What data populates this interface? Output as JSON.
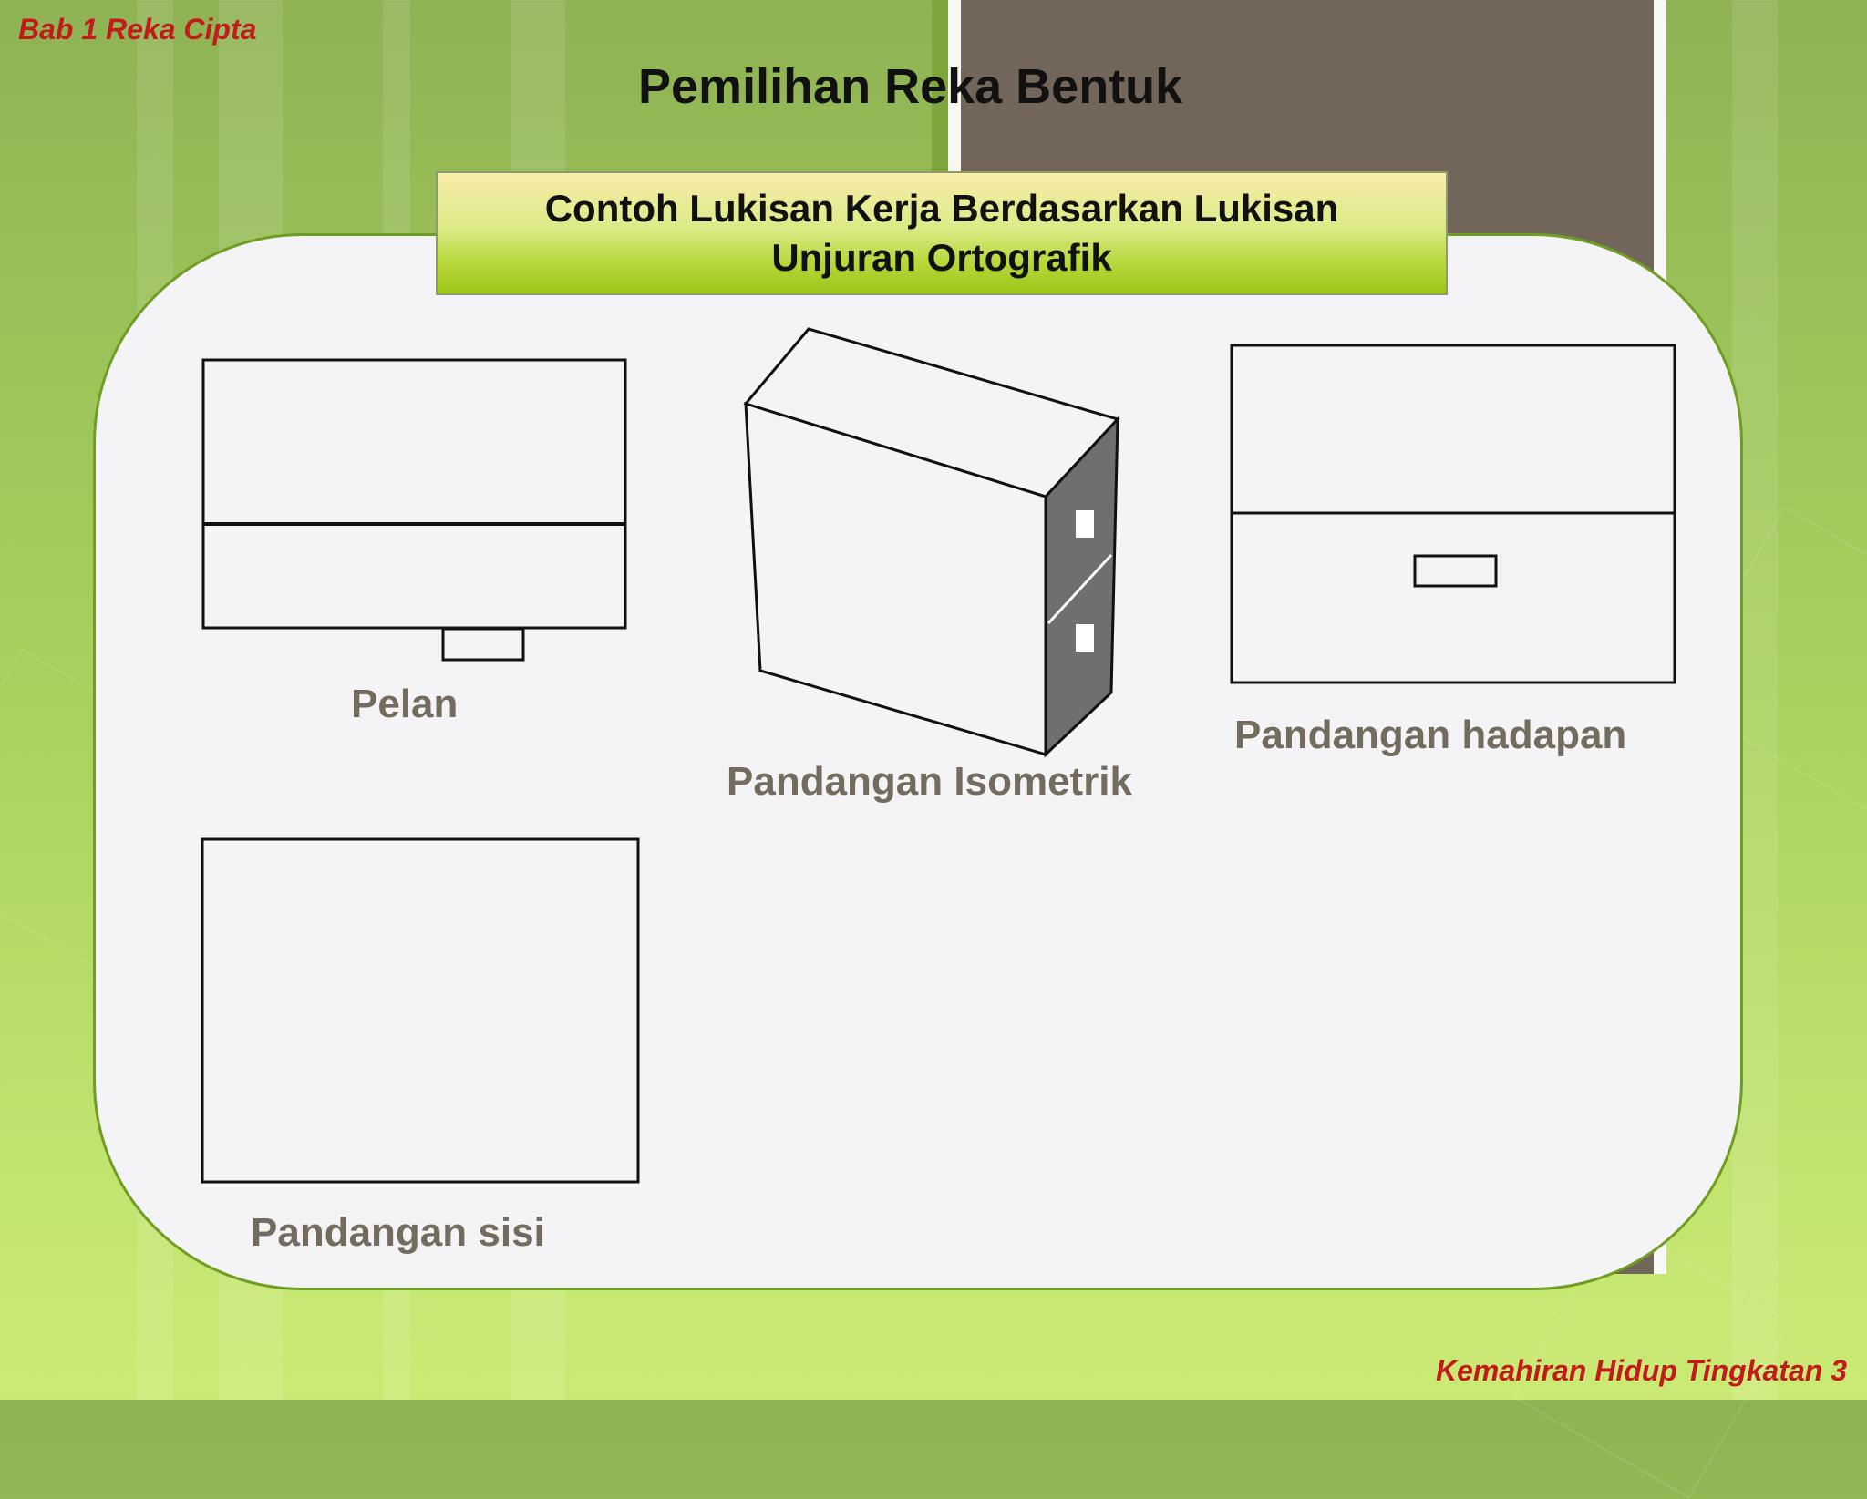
{
  "header": {
    "chapter": "Bab 1 Reka Cipta",
    "title": "Pemilihan Reka Bentuk"
  },
  "subtitle": {
    "line1": "Contoh Lukisan Kerja Berdasarkan Lukisan",
    "line2": "Unjuran Ortografik"
  },
  "views": {
    "plan": "Pelan",
    "isometric": "Pandangan Isometrik",
    "front": "Pandangan hadapan",
    "side": "Pandangan sisi"
  },
  "footer": {
    "course": "Kemahiran Hidup Tingkatan 3"
  },
  "colors": {
    "accent_red": "#c21b1b",
    "card_border": "#6f9e22",
    "dark_panel": "#716659",
    "label_gray": "#736b5e"
  }
}
